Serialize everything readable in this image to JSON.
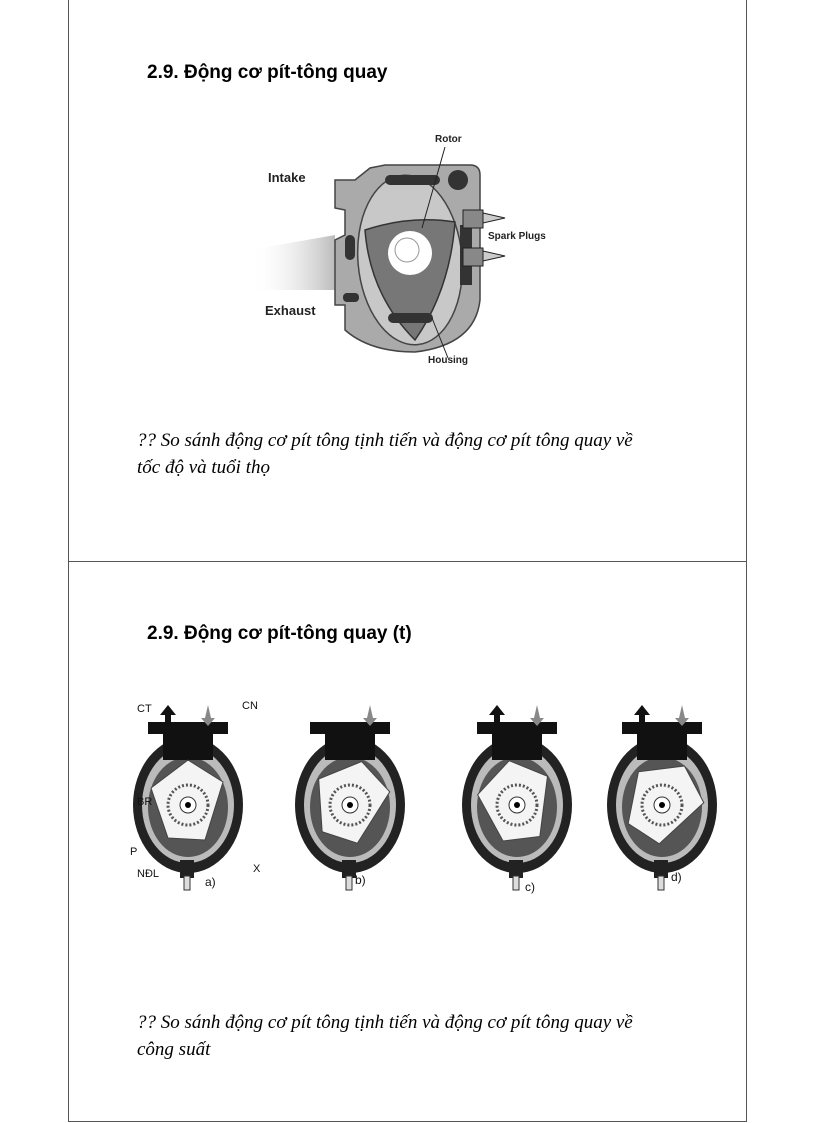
{
  "slides": [
    {
      "title": "2.9. Động cơ pít-tông quay",
      "figure_labels": {
        "rotor": "Rotor",
        "intake": "Intake",
        "spark_plugs": "Spark Plugs",
        "exhaust": "Exhaust",
        "housing": "Housing"
      },
      "question_lines": [
        "?? So sánh động cơ pít tông tịnh tiến và động cơ pít tông quay về",
        "tốc độ và tuổi thọ"
      ]
    },
    {
      "title": "2.9. Động cơ pít-tông quay (t)",
      "figure_labels": {
        "ct": "CT",
        "cn": "CN",
        "br": "BR",
        "p": "P",
        "ndl": "NĐL",
        "x": "X"
      },
      "stages": [
        "a)",
        "b)",
        "c)",
        "d)"
      ],
      "question_lines": [
        "?? So sánh động cơ pít tông tịnh tiến và động cơ pít tông quay về",
        "công suất"
      ]
    }
  ]
}
